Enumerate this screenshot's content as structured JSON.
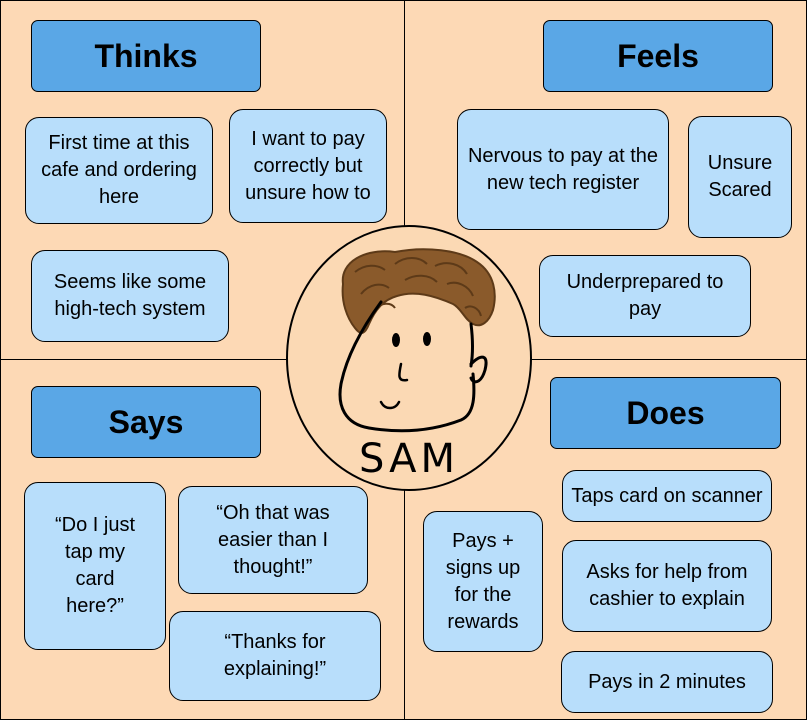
{
  "colors": {
    "quadrant_bg": "#fdd9b5",
    "header_bg": "#5aa7e6",
    "note_bg": "#b8defb",
    "avatar_bg": "#fbd9b4",
    "hair": "#8a5a2b"
  },
  "thinks": {
    "title": "Thinks",
    "notes": [
      "First time at this cafe and ordering here",
      "I want to pay correctly but unsure how to",
      "Seems like some high-tech system"
    ]
  },
  "feels": {
    "title": "Feels",
    "notes": [
      "Nervous to pay at the new tech register",
      "Unsure Scared",
      "Underprepared to pay"
    ]
  },
  "says": {
    "title": "Says",
    "notes": [
      "“Do I just tap my card here?”",
      "“Oh that was easier than I thought!”",
      "“Thanks for explaining!”"
    ]
  },
  "does": {
    "title": "Does",
    "notes": [
      "Taps card on scanner",
      "Pays + signs up for the rewards",
      "Asks for help from cashier to explain",
      "Pays in 2 minutes"
    ]
  },
  "persona": {
    "name": "SAM",
    "icon": "persona-face-icon"
  }
}
